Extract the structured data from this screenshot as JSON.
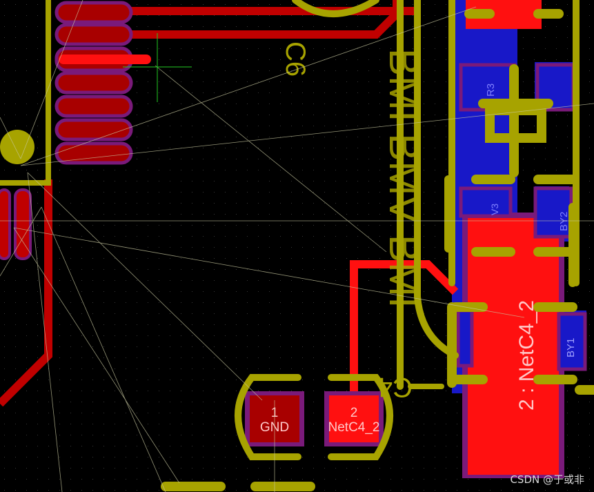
{
  "colors": {
    "background": "#000000",
    "top_copper": "#c00000",
    "top_copper_highlight": "#ff1010",
    "bottom_copper": "#1818c8",
    "silkscreen": "#a7a300",
    "solder_mask": "#7a1a7a",
    "ratsnest": "#c8c8a0",
    "cursor": "#22cc22"
  },
  "designators": {
    "c6": "C6",
    "c4": "C4",
    "r3_partial": "R3",
    "by2": "BY2",
    "by1": "BY1",
    "v3_partial": "V3"
  },
  "pads": {
    "c4_pad1_number": "1",
    "c4_pad1_net": "GND",
    "c4_pad2_number": "2",
    "c4_pad2_net": "NetC4_2",
    "big_pad_label": "2 : NetC4_2"
  },
  "silk_large_text": "BMI BMV BMI",
  "watermark": "CSDN @于或非"
}
